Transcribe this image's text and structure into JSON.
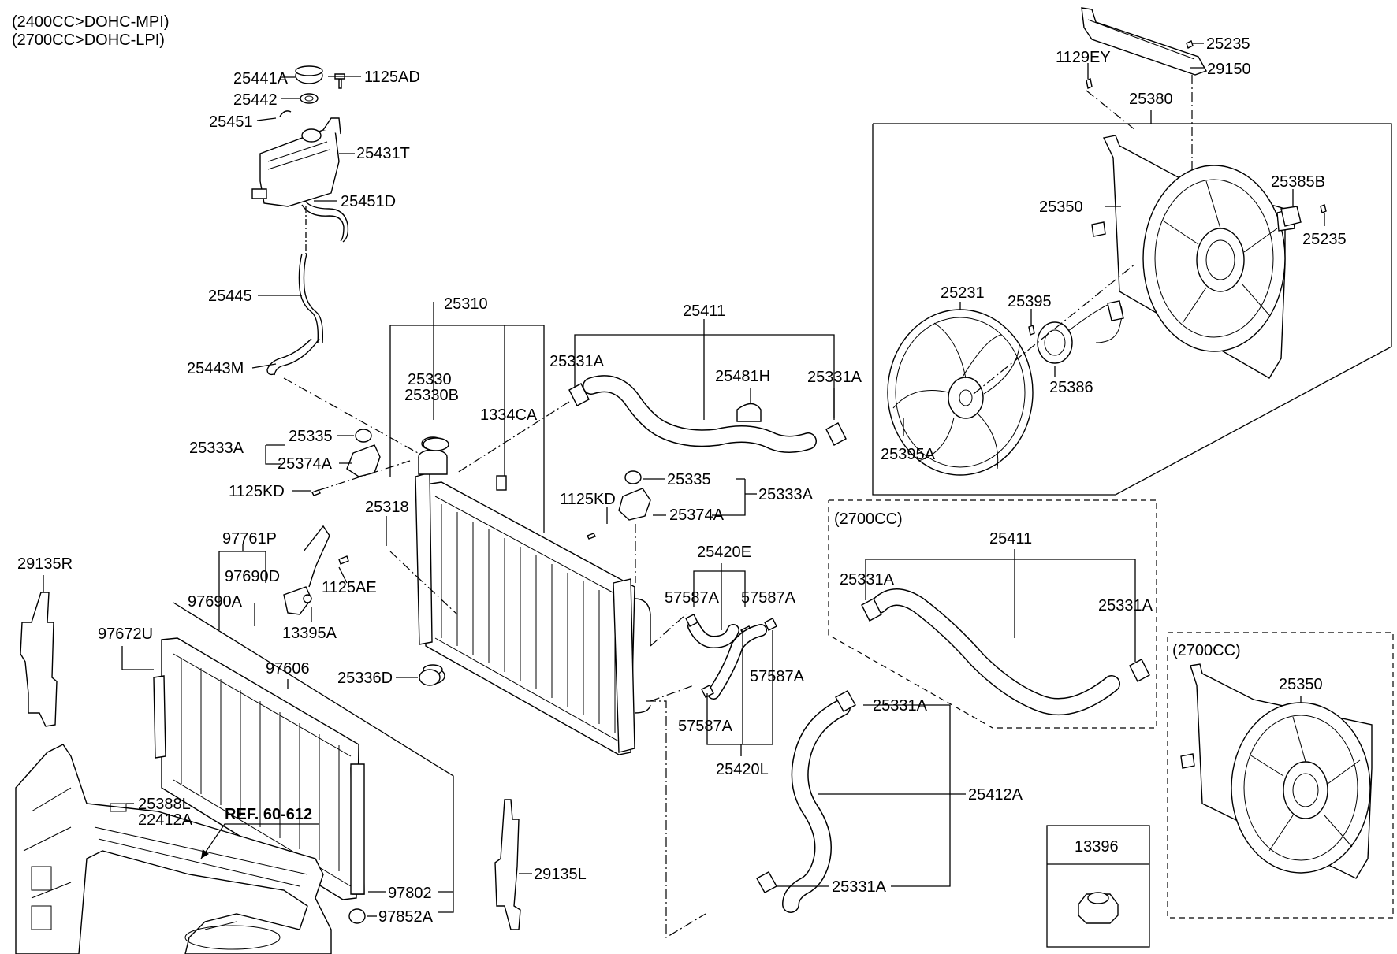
{
  "engine_notes": [
    "(2400CC>DOHC-MPI)",
    "(2700CC>DOHC-LPI)"
  ],
  "labels": {
    "p25441A": "25441A",
    "p1125AD": "1125AD",
    "p25442": "25442",
    "p25451": "25451",
    "p25431T": "25431T",
    "p25451D": "25451D",
    "p25445": "25445",
    "p25443M": "25443M",
    "p25310": "25310",
    "p25330": "25330",
    "p25330B": "25330B",
    "p1334CA": "1334CA",
    "p25333A_l": "25333A",
    "p25335_l": "25335",
    "p25374A_l": "25374A",
    "p1125KD_l": "1125KD",
    "p25318": "25318",
    "p97761P": "97761P",
    "p97690D": "97690D",
    "p97690A": "97690A",
    "p1125AE": "1125AE",
    "p13395A": "13395A",
    "p29135R": "29135R",
    "p97672U": "97672U",
    "p97606": "97606",
    "p25336D": "25336D",
    "p25388L": "25388L",
    "p22412A": "22412A",
    "ref": "REF. 60-612",
    "p97802": "97802",
    "p97852A": "97852A",
    "p29135L": "29135L",
    "p25411": "25411",
    "p25331A_a": "25331A",
    "p25331A_b": "25331A",
    "p25481H": "25481H",
    "p1125KD_r": "1125KD",
    "p25335_r": "25335",
    "p25333A_r": "25333A",
    "p25374A_r": "25374A",
    "p25420E": "25420E",
    "p57587A_a": "57587A",
    "p57587A_b": "57587A",
    "p57587A_c": "57587A",
    "p57587A_d": "57587A",
    "p25420L": "25420L",
    "p25331A_c": "25331A",
    "p25412A": "25412A",
    "p25331A_d": "25331A",
    "p1129EY": "1129EY",
    "p25235_top": "25235",
    "p29150": "29150",
    "p25380": "25380",
    "p25350": "25350",
    "p25385B": "25385B",
    "p25235_r": "25235",
    "p25231": "25231",
    "p25395": "25395",
    "p25386": "25386",
    "p25395A": "25395A",
    "cc1": "(2700CC)",
    "p25411_b": "25411",
    "p25331A_e": "25331A",
    "p25331A_f": "25331A",
    "cc2": "(2700CC)",
    "p25350_b": "25350",
    "p13396": "13396"
  }
}
